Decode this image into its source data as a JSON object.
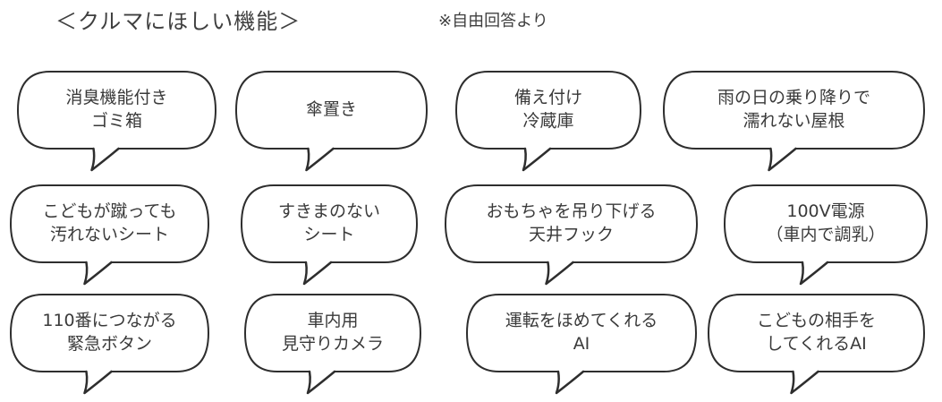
{
  "header": {
    "title": "＜クルマにほしい機能＞",
    "note": "※自由回答より"
  },
  "bubbles": [
    {
      "id": "deodorizing-trash-bin",
      "lines": [
        "消臭機能付き",
        "ゴミ箱"
      ]
    },
    {
      "id": "umbrella-holder",
      "lines": [
        "傘置き"
      ]
    },
    {
      "id": "built-in-fridge",
      "lines": [
        "備え付け",
        "冷蔵庫"
      ]
    },
    {
      "id": "rain-roof",
      "lines": [
        "雨の日の乗り降りで",
        "濡れない屋根"
      ]
    },
    {
      "id": "kick-proof-seat",
      "lines": [
        "こどもが蹴っても",
        "汚れないシート"
      ]
    },
    {
      "id": "gapless-seat",
      "lines": [
        "すきまのない",
        "シート"
      ]
    },
    {
      "id": "toy-hook",
      "lines": [
        "おもちゃを吊り下げる",
        "天井フック"
      ]
    },
    {
      "id": "power-outlet",
      "lines": [
        "100V電源",
        "（車内で調乳）"
      ]
    },
    {
      "id": "emergency-button",
      "lines": [
        "110番につながる",
        "緊急ボタン"
      ]
    },
    {
      "id": "watch-camera",
      "lines": [
        "車内用",
        "見守りカメラ"
      ]
    },
    {
      "id": "praising-ai",
      "lines": [
        "運転をほめてくれる",
        "AI"
      ]
    },
    {
      "id": "babysitting-ai",
      "lines": [
        "こどもの相手を",
        "してくれるAI"
      ]
    }
  ]
}
